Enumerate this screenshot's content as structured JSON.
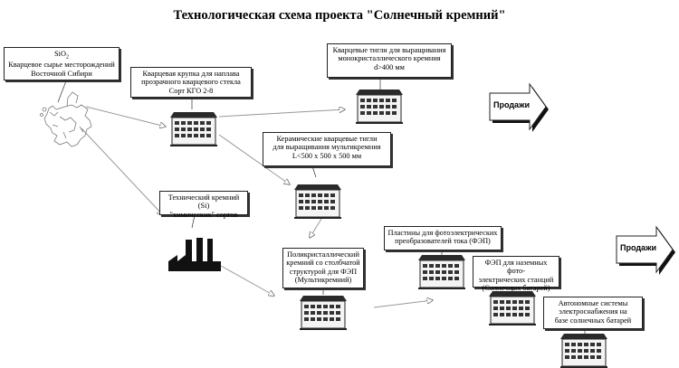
{
  "title": "Технологическая схема проекта \"Солнечный кремний\"",
  "nodes": {
    "sio2": {
      "formula": "SiO",
      "formula_sub": "2",
      "line1": "Кварцевое сырье месторождений",
      "line2": "Восточной Сибири"
    },
    "crusher": {
      "line1": "Кварцевая крупка для наплава",
      "line2": "прозрачного кварцевого стекла",
      "line3": "Сорт КГО 2-8"
    },
    "crucibles_mono": {
      "line1": "Кварцевые тигли для выращивания",
      "line2": "монокристаллического кремния",
      "line3": "d>400 мм"
    },
    "crucibles_multi": {
      "line1": "Керамические кварцевые тигли",
      "line2": "для выращивания мультикремния",
      "line3": "L<500 x 500 x 500 мм"
    },
    "tech_si": {
      "line1": "Технический кремний (Si)",
      "line2": "\"химических\" сортов"
    },
    "poly_si": {
      "line1": "Поликристаллический",
      "line2": "кремний со столбчатой",
      "line3": "структурой для ФЭП",
      "line4": "(Мультикремний)"
    },
    "wafers": {
      "line1": "Пластины для фотоэлектрических",
      "line2": "преобразователей тока (ФЭП)"
    },
    "pv_ground": {
      "line1": "ФЭП для наземных фото-",
      "line2": "электрических станций",
      "line3": "(Солнечных батарей)"
    },
    "autonomous": {
      "line1": "Автономные системы",
      "line2": "электроснабжения на",
      "line3": "базе солнечных батарей"
    }
  },
  "sales": {
    "top_label": "Продажи",
    "bottom_label": "Продажи"
  },
  "icons": {
    "map": "europe-map-icon",
    "factory": "factory-building-icon",
    "plant": "industrial-plant-icon",
    "sales_arrow": "sales-arrow-icon"
  },
  "colors": {
    "ink": "#222222",
    "building_body": "#f4f4f4",
    "building_roof": "#2a2a2a",
    "arrow_fill": "#ffffff",
    "arrow_shadow": "#111111",
    "map": "#7a7a7a"
  }
}
